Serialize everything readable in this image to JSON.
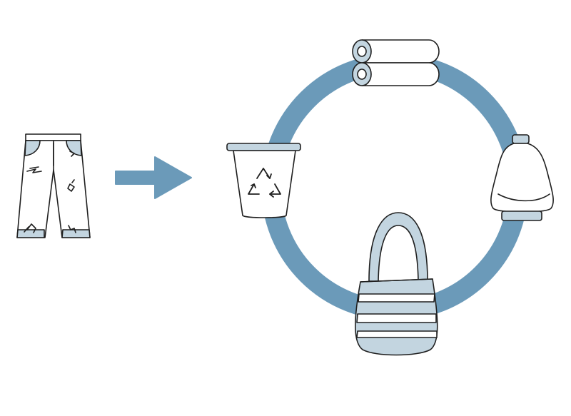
{
  "diagram": {
    "colors": {
      "ring": "#6b9ab9",
      "arrow": "#6b9ab9",
      "accent_fill": "#c3d5e0",
      "line": "#1f1f1f",
      "background": "#ffffff"
    },
    "nodes": [
      {
        "id": "worn-jeans",
        "icon": "torn-jeans-icon"
      },
      {
        "id": "recycling-bin",
        "icon": "recycle-bin-icon"
      },
      {
        "id": "fabric-rolls",
        "icon": "fabric-rolls-icon"
      },
      {
        "id": "yarn-cone",
        "icon": "yarn-cone-icon"
      },
      {
        "id": "tote-bag",
        "icon": "tote-bag-icon"
      }
    ],
    "edges": [
      {
        "from": "worn-jeans",
        "to": "recycling-bin",
        "style": "block-arrow"
      },
      {
        "from": "recycling-bin",
        "to": "fabric-rolls",
        "style": "cycle-ring"
      },
      {
        "from": "fabric-rolls",
        "to": "yarn-cone",
        "style": "cycle-ring"
      },
      {
        "from": "yarn-cone",
        "to": "tote-bag",
        "style": "cycle-ring"
      },
      {
        "from": "tote-bag",
        "to": "recycling-bin",
        "style": "cycle-ring"
      }
    ]
  }
}
